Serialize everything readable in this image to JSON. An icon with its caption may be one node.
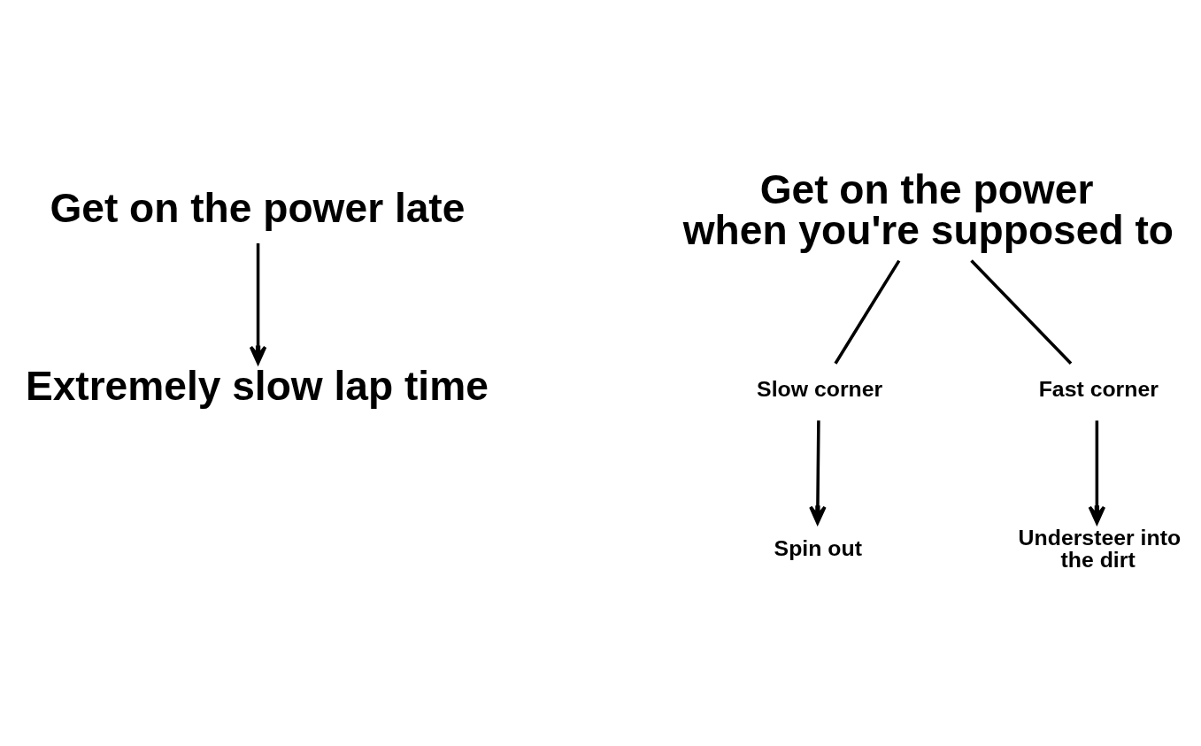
{
  "diagram": {
    "nodes": [
      {
        "text": [
          "Get on the power late"
        ]
      },
      {
        "text": [
          "Extremely slow lap time"
        ]
      },
      {
        "text": [
          "Get on the power when you're supposed to"
        ]
      },
      {
        "text": [
          "Slow corner"
        ]
      },
      {
        "text": [
          "Fast corner"
        ]
      },
      {
        "text": [
          "Spin out"
        ]
      },
      {
        "text": [
          "Understeer into the dirt"
        ]
      }
    ],
    "edges": [
      {
        "from": 0,
        "to": 1,
        "arrow": "to"
      },
      {
        "from": 2,
        "to": 3,
        "arrow": "none"
      },
      {
        "from": 2,
        "to": 4,
        "arrow": "none"
      },
      {
        "from": 3,
        "to": 5,
        "arrow": "to"
      },
      {
        "from": 4,
        "to": 6,
        "arrow": "to"
      }
    ]
  }
}
